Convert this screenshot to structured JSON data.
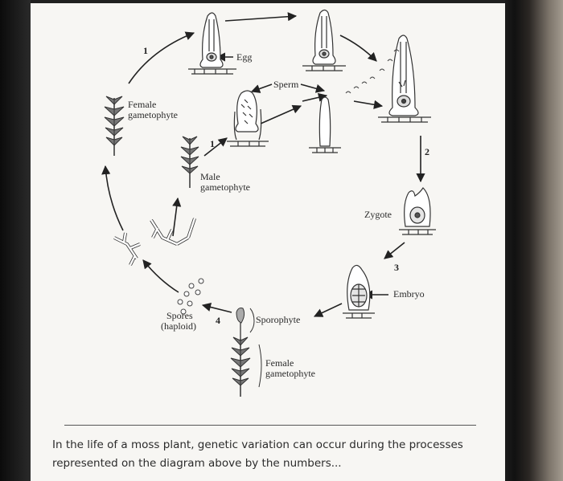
{
  "diagram": {
    "labels": {
      "egg": "Egg",
      "sperm": "Sperm",
      "female_gametophyte_top": "Female gametophyte",
      "male_gametophyte": "Male gametophyte",
      "zygote": "Zygote",
      "embryo": "Embryo",
      "sporophyte": "Sporophyte",
      "spores": "Spores",
      "haploid": "(haploid)",
      "female_gametophyte_bottom": "Female gametophyte"
    },
    "numbers": {
      "n1_top": "1",
      "n1_male": "1",
      "n2": "2",
      "n3": "3",
      "n4": "4"
    }
  },
  "question": {
    "text": "In the life of a moss plant, genetic variation can occur during the processes represented on the diagram above by the numbers..."
  },
  "colors": {
    "ink": "#2a2a2a",
    "paper": "#f7f6f3",
    "bezel": "#111111"
  }
}
